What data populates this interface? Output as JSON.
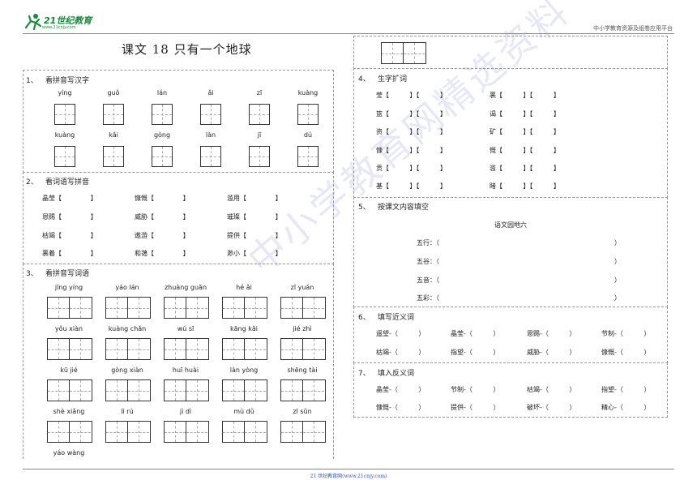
{
  "header": {
    "logo_text": "21世纪教育",
    "logo_sub": "www.21cnjy.com",
    "right_text": "中小学教育资源及组卷应用平台"
  },
  "title": "课文 18  只有一个地球",
  "s1": {
    "num": "1、",
    "label": "看拼音写汉字",
    "row1": [
      "yíng",
      "guǒ",
      "lán",
      "ǎi",
      "zī",
      "kuàng"
    ],
    "row2": [
      "kuàng",
      "kǎi",
      "gòng",
      "làn",
      "jī",
      "dú"
    ]
  },
  "s2": {
    "num": "2、",
    "label": "看词语写拼音",
    "rows": [
      [
        "晶莹【              】",
        "慷慨【              】",
        "滥用【              】"
      ],
      [
        "恩赐【              】",
        "威胁【              】",
        "璀璨【              】"
      ],
      [
        "枯竭【              】",
        "遨游【              】",
        "提供【              】"
      ],
      [
        "裹着【              】",
        "和蔼【              】",
        "渺小【              】"
      ]
    ]
  },
  "s3": {
    "num": "3、",
    "label": "看拼音写词语",
    "rows": [
      [
        "jīng  yíng",
        "yáo  lán",
        "zhuàng  guān",
        "hé   ǎi",
        "zī   yuán"
      ],
      [
        "yǒu   xiàn",
        "kuàng  chǎn",
        "wú   sī",
        "kāng   kǎi",
        "jié   zhì"
      ],
      [
        "kū   jié",
        "gòng  xiàn",
        "huī   huài",
        "làn  yòng",
        "shēng  tài"
      ],
      [
        "shè  xiǎng",
        "lì    rú",
        "jì    dì",
        "mù   dǔ",
        "zī   sǔn"
      ],
      [
        "yáo  wàng"
      ]
    ]
  },
  "s4": {
    "num": "4、",
    "label": "生字扩词",
    "rows": [
      [
        "莹【          】【          】",
        "裹【          】【          】"
      ],
      [
        "篮【          】【          】",
        "谒【          】【          】"
      ],
      [
        "资【          】【          】",
        "矿【          】【          】"
      ],
      [
        "慷【          】【          】",
        "慨【          】【          】"
      ],
      [
        "贡【          】【          】",
        "滥【          】【          】"
      ],
      [
        "基【          】【          】",
        "睹【          】【          】"
      ]
    ]
  },
  "s5": {
    "num": "5、",
    "label": "按课文内容填空",
    "subtitle": "语文园地六",
    "rows": [
      "五行：（",
      "五谷：（",
      "五音：（",
      "五彩：（"
    ],
    "close": "）"
  },
  "s6": {
    "num": "6、",
    "label": "填写近义词",
    "rows": [
      [
        "遥望-（          ）",
        "晶莹-（          ）",
        "恩赐-（          ）",
        "节制-（          ）"
      ],
      [
        "枯竭-（          ）",
        "指望-（          ）",
        "威胁-（          ）",
        "慷慨-（          ）"
      ]
    ]
  },
  "s7": {
    "num": "7、",
    "label": "填入反义词",
    "rows": [
      [
        "晶莹-（          ）",
        "节制-（          ）",
        "枯竭-（          ）",
        "指望-（          ）"
      ],
      [
        "慷慨-（          ）",
        "提供-（          ）",
        "破坏-（          ）",
        "精心-（          ）"
      ]
    ]
  },
  "watermark": "中小学教育网精选资料",
  "footer": "21 世纪教育网(www.21cnjy.com)"
}
